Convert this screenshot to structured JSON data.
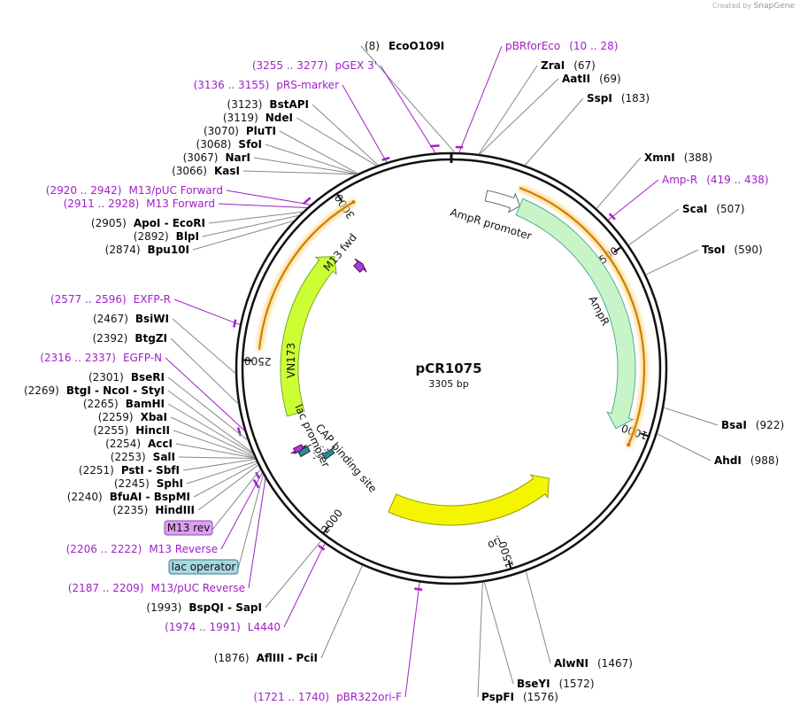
{
  "credit": {
    "prefix": "Created by",
    "brand": "SnapGene"
  },
  "plasmid": {
    "name": "pCR1075",
    "length_label": "3305 bp",
    "length": 3305
  },
  "ticks": [
    {
      "label": "500",
      "pos": 500
    },
    {
      "label": "1000",
      "pos": 1000
    },
    {
      "label": "1500",
      "pos": 1500
    },
    {
      "label": "2000",
      "pos": 2000
    },
    {
      "label": "2500",
      "pos": 2500
    },
    {
      "label": "3000",
      "pos": 3000
    }
  ],
  "features": [
    {
      "name": "AmpR promoter",
      "label": "AmpR promoter"
    },
    {
      "name": "AmpR",
      "label": "AmpR"
    },
    {
      "name": "ori",
      "label": "ori"
    },
    {
      "name": "VN173",
      "label": "VN173"
    },
    {
      "name": "M13 fwd",
      "label": "M13 fwd"
    },
    {
      "name": "lac promoter",
      "label": "lac promoter"
    },
    {
      "name": "CAP binding site",
      "label": "CAP binding site"
    }
  ],
  "labels_right": [
    {
      "num": "(8)",
      "name": "EcoO109I",
      "type": "enzyme"
    },
    {
      "name": "pBRforEco",
      "range": "(10 .. 28)",
      "type": "primer"
    },
    {
      "name": "ZraI",
      "num": "(67)",
      "type": "enzyme"
    },
    {
      "name": "AatII",
      "num": "(69)",
      "type": "enzyme"
    },
    {
      "name": "SspI",
      "num": "(183)",
      "type": "enzyme"
    },
    {
      "name": "XmnI",
      "num": "(388)",
      "type": "enzyme"
    },
    {
      "name": "Amp-R",
      "range": "(419 .. 438)",
      "type": "primer"
    },
    {
      "name": "ScaI",
      "num": "(507)",
      "type": "enzyme"
    },
    {
      "name": "TsoI",
      "num": "(590)",
      "type": "enzyme"
    },
    {
      "name": "BsaI",
      "num": "(922)",
      "type": "enzyme"
    },
    {
      "name": "AhdI",
      "num": "(988)",
      "type": "enzyme"
    },
    {
      "name": "AlwNI",
      "num": "(1467)",
      "type": "enzyme"
    },
    {
      "name": "BseYI",
      "num": "(1572)",
      "type": "enzyme"
    },
    {
      "name": "PspFI",
      "num": "(1576)",
      "type": "enzyme"
    }
  ],
  "labels_left": [
    {
      "range": "(3255 .. 3277)",
      "name": "pGEX 3'",
      "type": "primer"
    },
    {
      "range": "(3136 .. 3155)",
      "name": "pRS-marker",
      "type": "primer"
    },
    {
      "num": "(3123)",
      "name": "BstAPI",
      "type": "enzyme"
    },
    {
      "num": "(3119)",
      "name": "NdeI",
      "type": "enzyme"
    },
    {
      "num": "(3070)",
      "name": "PluTI",
      "type": "enzyme"
    },
    {
      "num": "(3068)",
      "name": "SfoI",
      "type": "enzyme"
    },
    {
      "num": "(3067)",
      "name": "NarI",
      "type": "enzyme"
    },
    {
      "num": "(3066)",
      "name": "KasI",
      "type": "enzyme"
    },
    {
      "range": "(2920 .. 2942)",
      "name": "M13/pUC Forward",
      "type": "primer"
    },
    {
      "range": "(2911 .. 2928)",
      "name": "M13 Forward",
      "type": "primer"
    },
    {
      "num": "(2905)",
      "name": "ApoI  -  EcoRI",
      "type": "enzyme"
    },
    {
      "num": "(2892)",
      "name": "BlpI",
      "type": "enzyme"
    },
    {
      "num": "(2874)",
      "name": "Bpu10I",
      "type": "enzyme"
    },
    {
      "range": "(2577 .. 2596)",
      "name": "EXFP-R",
      "type": "primer"
    },
    {
      "num": "(2467)",
      "name": "BsiWI",
      "type": "enzyme"
    },
    {
      "num": "(2392)",
      "name": "BtgZI",
      "type": "enzyme"
    },
    {
      "range": "(2316 .. 2337)",
      "name": "EGFP-N",
      "type": "primer"
    },
    {
      "num": "(2301)",
      "name": "BseRI",
      "type": "enzyme"
    },
    {
      "num": "(2269)",
      "name": "BtgI  -  NcoI  -  StyI",
      "type": "enzyme"
    },
    {
      "num": "(2265)",
      "name": "BamHI",
      "type": "enzyme"
    },
    {
      "num": "(2259)",
      "name": "XbaI",
      "type": "enzyme"
    },
    {
      "num": "(2255)",
      "name": "HincII",
      "type": "enzyme"
    },
    {
      "num": "(2254)",
      "name": "AccI",
      "type": "enzyme"
    },
    {
      "num": "(2253)",
      "name": "SalI",
      "type": "enzyme"
    },
    {
      "num": "(2251)",
      "name": "PstI  -  SbfI",
      "type": "enzyme"
    },
    {
      "num": "(2245)",
      "name": "SphI",
      "type": "enzyme"
    },
    {
      "num": "(2240)",
      "name": "BfuAI  -  BspMI",
      "type": "enzyme"
    },
    {
      "num": "(2235)",
      "name": "HindIII",
      "type": "enzyme"
    },
    {
      "name": "M13 rev",
      "type": "box-primer"
    },
    {
      "range": "(2206 .. 2222)",
      "name": "M13 Reverse",
      "type": "primer"
    },
    {
      "name": "lac operator",
      "type": "box-feature"
    },
    {
      "range": "(2187 .. 2209)",
      "name": "M13/pUC Reverse",
      "type": "primer"
    },
    {
      "num": "(1993)",
      "name": "BspQI  -  SapI",
      "type": "enzyme"
    },
    {
      "range": "(1974 .. 1991)",
      "name": "L4440",
      "type": "primer"
    },
    {
      "num": "(1876)",
      "name": "AflIII  -  PciI",
      "type": "enzyme"
    },
    {
      "range": "(1721 .. 1740)",
      "name": "pBR322ori-F",
      "type": "primer"
    }
  ],
  "colors": {
    "enzyme": "#000000",
    "primer": "#a020c8",
    "ampr": "#c8f5c8",
    "ori": "#f5f500",
    "vn173": "#ccff33",
    "orf_outline": "#c87a00",
    "orf_glow": "#ffd88a",
    "lac_operator": "#2e8b8b",
    "m13_box": "#dda0f0",
    "lac_box": "#a8d8e0"
  }
}
